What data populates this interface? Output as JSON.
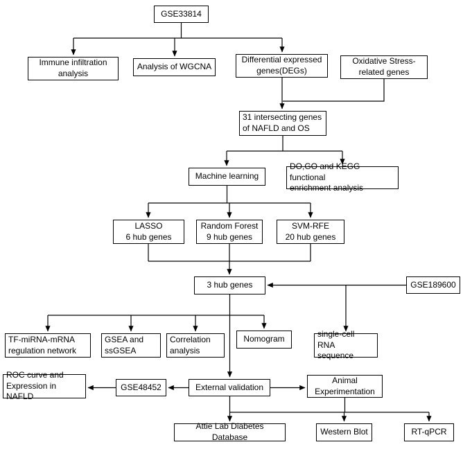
{
  "diagram": {
    "title": "NAFLD and Oxidative Stress analysis workflow",
    "colors": {
      "background": "#ffffff",
      "box_border": "#000000",
      "line": "#000000",
      "text": "#000000"
    },
    "nodes": {
      "gse33814": "GSE33814",
      "immune_infiltration": "Immune infiltration\nanalysis",
      "wgcna": "Analysis of WGCNA",
      "degs": "Differential expressed\ngenes(DEGs)",
      "oxidative_stress": "Oxidative Stress-\nrelated genes",
      "intersecting_genes": "31 intersecting genes\nof NAFLD and OS",
      "machine_learning": "Machine learning",
      "enrichment": "DO,GO and KEGG functional\nenrichment analysis",
      "lasso": "LASSO\n6 hub genes",
      "random_forest": "Random Forest\n9 hub genes",
      "svm_rfe": "SVM-RFE\n20 hub genes",
      "hub_genes": "3 hub genes",
      "gse189600": "GSE189600",
      "tf_mirna": "TF-miRNA-mRNA\nregulation network",
      "gsea": "GSEA and\nssGSEA",
      "correlation": "Correlation\nanalysis",
      "nomogram": "Nomogram",
      "single_cell": "single-cell RNA\nsequence",
      "roc": "ROC curve and\nExpression in NAFLD",
      "gse48452": "GSE48452",
      "external_validation": "External validation",
      "animal": "Animal\nExperimentation",
      "attie": "Attie Lab Diabetes Database",
      "western_blot": "Western Blot",
      "rt_qpcr": "RT-qPCR"
    }
  }
}
